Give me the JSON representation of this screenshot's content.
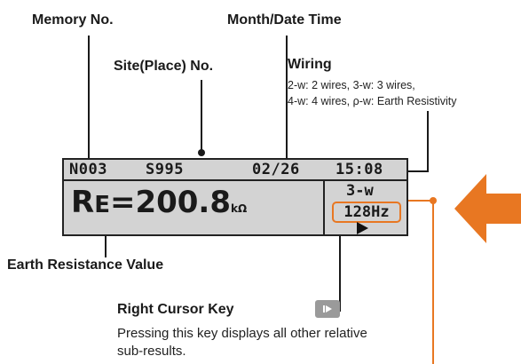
{
  "callouts": {
    "memory_no": "Memory No.",
    "month_date_time": "Month/Date Time",
    "site_no": "Site(Place) No.",
    "wiring_title": "Wiring",
    "wiring_line1": "2-w: 2 wires, 3-w: 3 wires,",
    "wiring_line2": "4-w: 4 wires,  ρ-w: Earth Resistivity",
    "earth_resistance": "Earth Resistance Value",
    "right_cursor_key": "Right Cursor Key",
    "right_cursor_desc": "Pressing this key displays all other relative sub-results."
  },
  "lcd": {
    "memory": "N003",
    "site": "S995",
    "date": "02/26",
    "time": "15:08",
    "re_r": "R",
    "re_e": "E",
    "re_value": "=200.8",
    "re_unit": "kΩ",
    "wiring": "3-w",
    "frequency": "128Hz"
  },
  "colors": {
    "accent": "#e87722",
    "lcd_background": "#d3d3d3",
    "line": "#1a1a1a"
  },
  "icons": [
    "right-cursor-key-icon",
    "play-arrow-icon",
    "left-arrow-icon"
  ]
}
